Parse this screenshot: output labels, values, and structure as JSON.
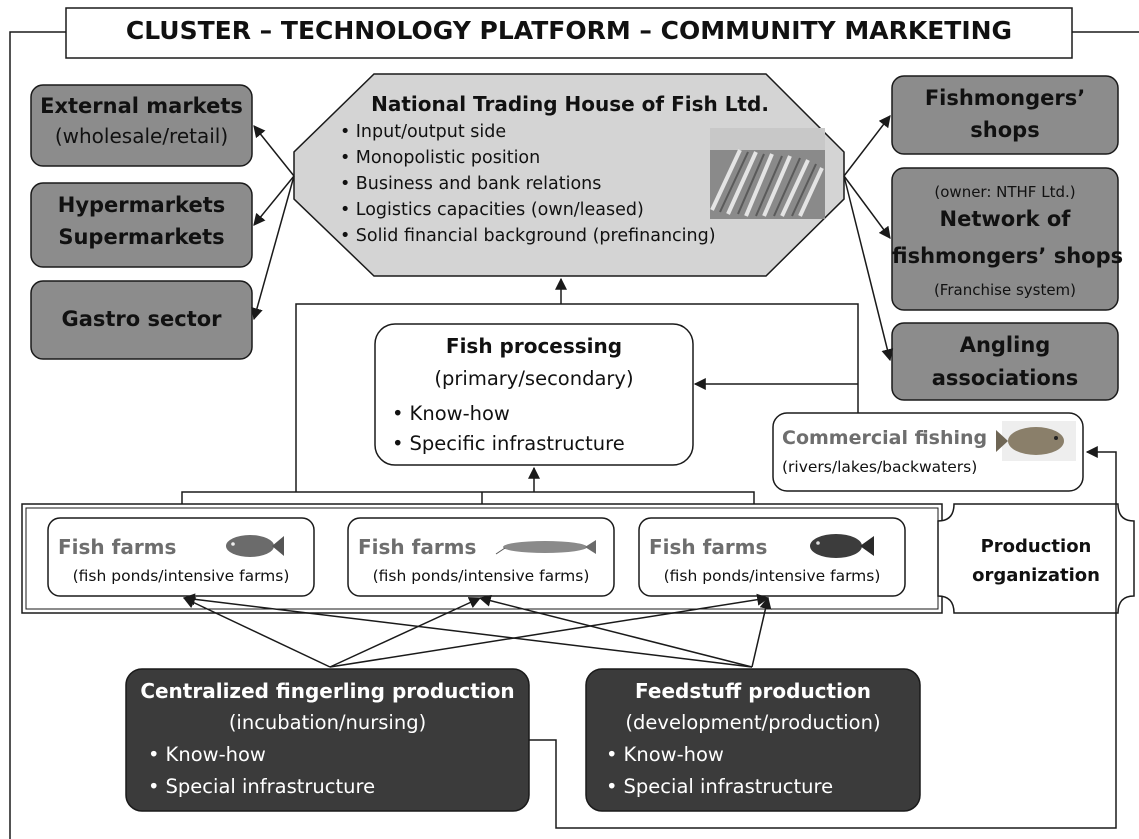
{
  "title": "CLUSTER – TECHNOLOGY PLATFORM – COMMUNITY MARKETING",
  "colors": {
    "gray_box": "#8c8c8c",
    "light_box": "#d4d4d4",
    "dark_box": "#3b3b3b",
    "line": "#1a1a1a"
  },
  "trading_house": {
    "title": "National Trading House of Fish Ltd.",
    "bullets": [
      "Input/output side",
      "Monopolistic position",
      "Business and bank relations",
      "Logistics capacities (own/leased)",
      "Solid financial background (prefinancing)"
    ],
    "photo_icon": "fish-market-photo"
  },
  "left_markets": {
    "external": {
      "line1": "External markets",
      "line2": "(wholesale/retail)"
    },
    "hyper": {
      "line1": "Hypermarkets",
      "line2": "Supermarkets"
    },
    "gastro": {
      "line1": "Gastro sector"
    }
  },
  "right_outlets": {
    "shops": {
      "line1": "Fishmongers’",
      "line2": "shops"
    },
    "network": {
      "owner": "(owner: NTHF Ltd.)",
      "line1": "Network of",
      "line2": "fishmongers’ shops",
      "note": "(Franchise system)"
    },
    "angling": {
      "line1": "Angling",
      "line2": "associations"
    }
  },
  "processing": {
    "title": "Fish processing",
    "subtitle": "(primary/secondary)",
    "bullets": [
      "Know-how",
      "Specific infrastructure"
    ]
  },
  "commercial_fishing": {
    "title": "Commercial fishing",
    "subtitle": "(rivers/lakes/backwaters)",
    "icon": "carp-fish-icon"
  },
  "farms": [
    {
      "title": "Fish farms",
      "subtitle": "(fish ponds/intensive farms)",
      "icon": "carp-icon"
    },
    {
      "title": "Fish farms",
      "subtitle": "(fish ponds/intensive farms)",
      "icon": "catfish-icon"
    },
    {
      "title": "Fish farms",
      "subtitle": "(fish ponds/intensive farms)",
      "icon": "tilapia-icon"
    }
  ],
  "production_org": {
    "line1": "Production",
    "line2": "organization"
  },
  "fingerling": {
    "title": "Centralized fingerling production",
    "subtitle": "(incubation/nursing)",
    "bullets": [
      "Know-how",
      "Special infrastructure"
    ]
  },
  "feedstuff": {
    "title": "Feedstuff production",
    "subtitle": "(development/production)",
    "bullets": [
      "Know-how",
      "Special infrastructure"
    ]
  }
}
